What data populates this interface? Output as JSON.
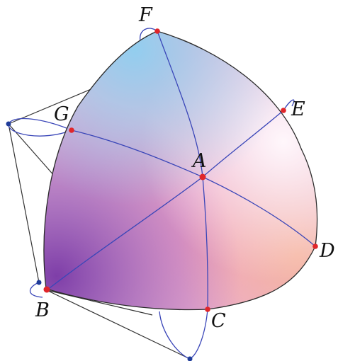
{
  "figure": {
    "points": [
      {
        "id": "A",
        "label": "A",
        "kind": "center"
      },
      {
        "id": "B",
        "label": "B",
        "kind": "vertex"
      },
      {
        "id": "C",
        "label": "C",
        "kind": "edge"
      },
      {
        "id": "D",
        "label": "D",
        "kind": "vertex"
      },
      {
        "id": "E",
        "label": "E",
        "kind": "edge"
      },
      {
        "id": "F",
        "label": "F",
        "kind": "vertex"
      },
      {
        "id": "G",
        "label": "G",
        "kind": "edge"
      }
    ],
    "colors": {
      "surface_top": "#8ecff0",
      "surface_right": "#fff2f6",
      "surface_left": "#8a4fb0",
      "surface_bottom_right": "#f7b6a6",
      "great_circle": "#3a46b8",
      "frame_line": "#333333",
      "marked_point": "#e0262a",
      "frame_point": "#1f3c99",
      "outline": "#2b2b2b"
    }
  }
}
